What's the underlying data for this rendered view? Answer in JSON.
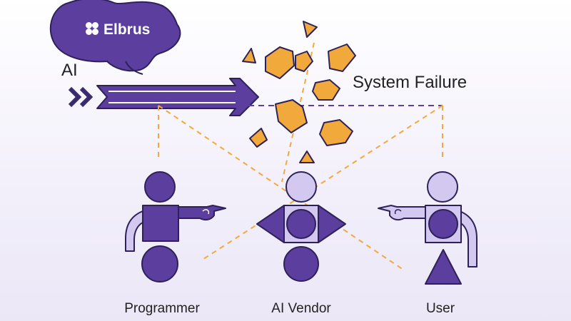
{
  "logo": {
    "name": "Elbrus"
  },
  "arrow": {
    "label": "AI"
  },
  "outcome": {
    "label": "System Failure"
  },
  "people": [
    {
      "role": "Programmer"
    },
    {
      "role": "AI Vendor"
    },
    {
      "role": "User"
    }
  ],
  "colors": {
    "purple": "#5b3e9e",
    "purple_dark": "#3a2a6e",
    "lavender": "#d3c8ef",
    "orange": "#f2a93b",
    "dash_purple": "#5b3e9e",
    "dash_orange": "#f2a93b",
    "background": "#f3f0fb"
  },
  "icons": [
    "clover-icon",
    "arrow-icon",
    "shard-icon",
    "pointing-hand-icon"
  ]
}
